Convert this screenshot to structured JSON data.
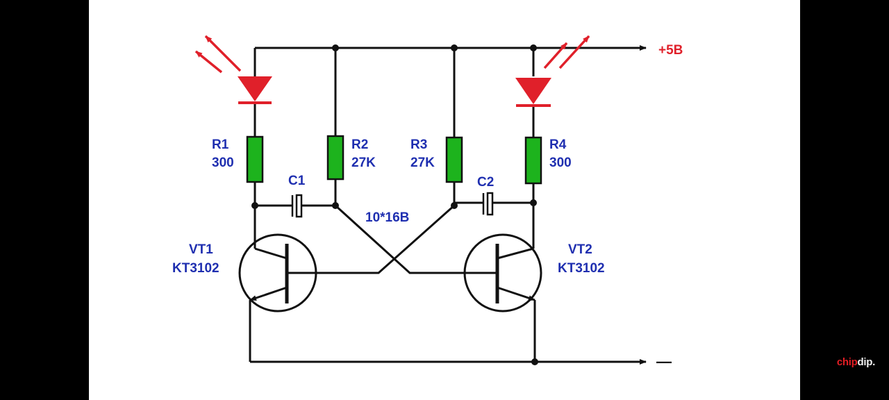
{
  "supply_label": "+5В",
  "ground_label": "—",
  "cap_note": "10*16В",
  "components": {
    "r1": {
      "name": "R1",
      "value": "300"
    },
    "r2": {
      "name": "R2",
      "value": "27K"
    },
    "r3": {
      "name": "R3",
      "value": "27K"
    },
    "r4": {
      "name": "R4",
      "value": "300"
    },
    "c1": {
      "name": "C1"
    },
    "c2": {
      "name": "C2"
    },
    "vt1": {
      "name": "VT1",
      "type": "KT3102"
    },
    "vt2": {
      "name": "VT2",
      "type": "KT3102"
    }
  },
  "colors": {
    "wire": "#111111",
    "resistor": "#1db31d",
    "led": "#e0202a",
    "label": "#1f2fb0",
    "background": "#ffffff"
  },
  "watermark": {
    "part1": "chip",
    "part2": "dip."
  }
}
